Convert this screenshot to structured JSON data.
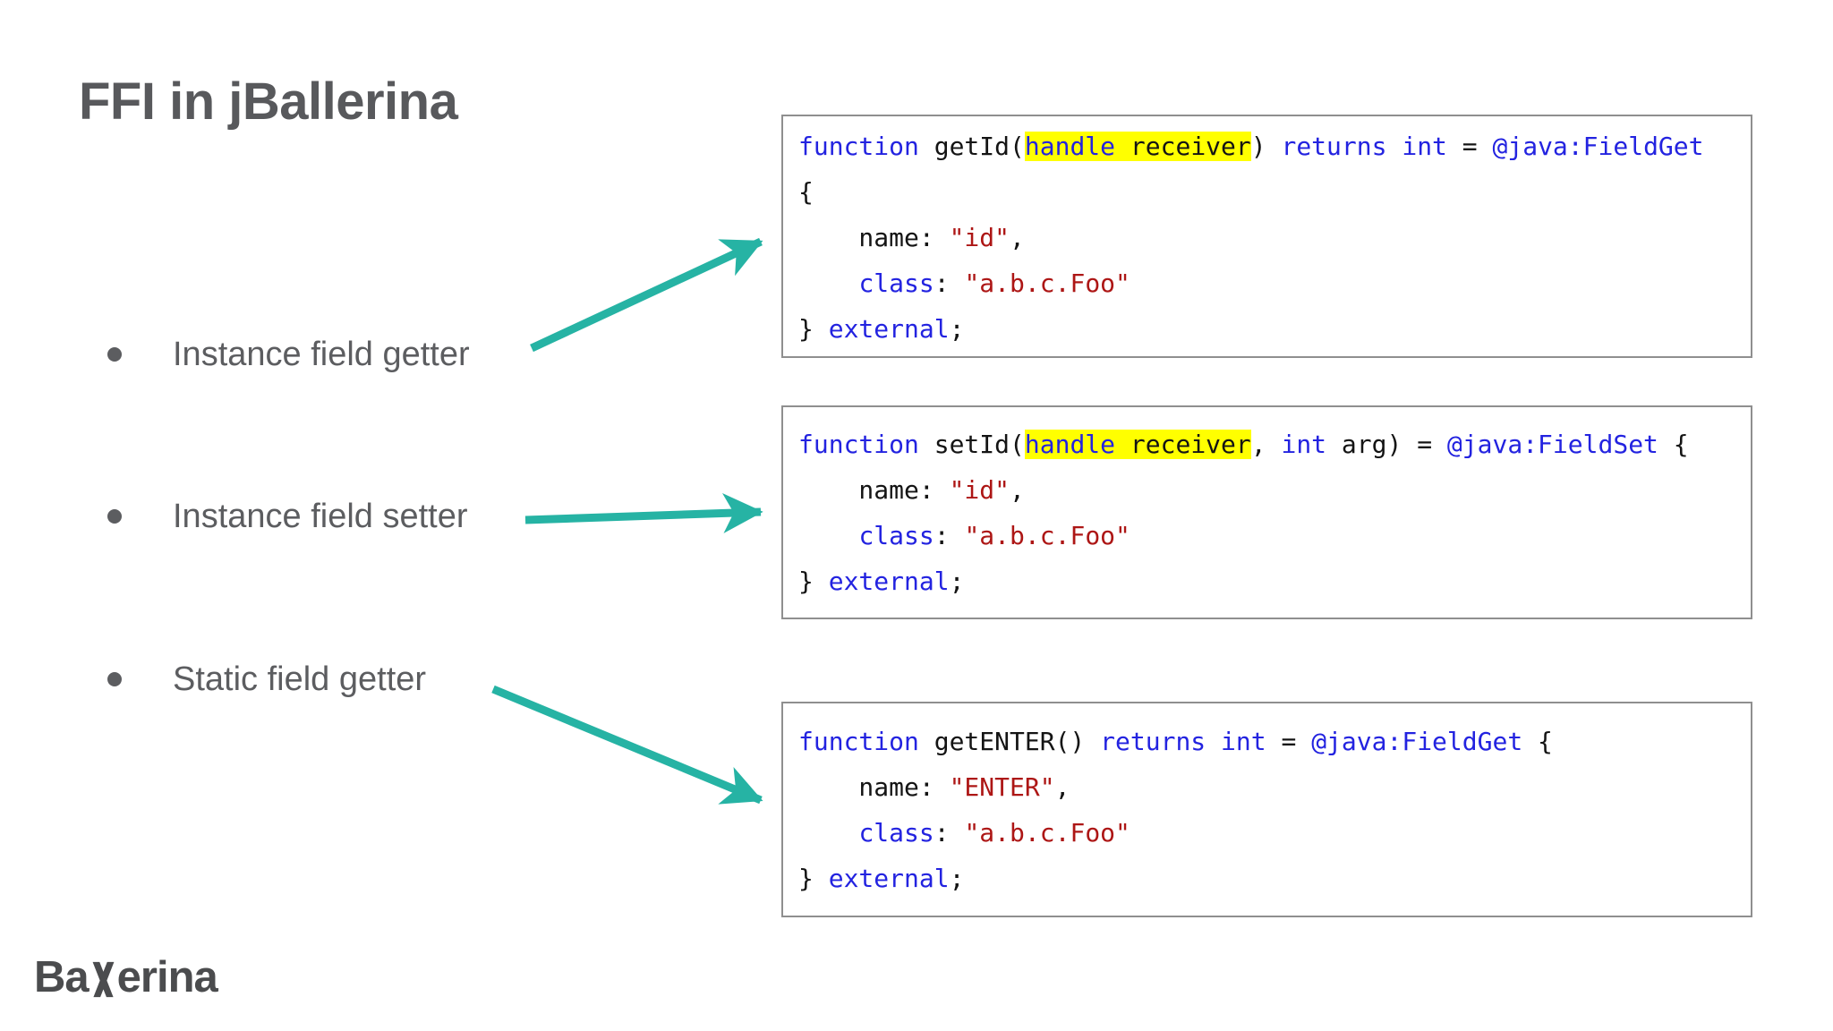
{
  "slide": {
    "title": "FFI in jBallerina",
    "bullets": [
      {
        "label": "Instance field getter"
      },
      {
        "label": "Instance field setter"
      },
      {
        "label": "Static field getter"
      }
    ],
    "logo": {
      "prefix": "Ba",
      "suffix": "erina"
    }
  },
  "colors": {
    "keyword": "#2323e0",
    "string": "#ad1615",
    "plain": "#141414",
    "highlight": "#ffff00",
    "arrow": "#26b3a4",
    "box_border": "#8f8f8f",
    "title_text": "#58595c",
    "bullet_text": "#5c5d60",
    "logo_text": "#4b4c4e",
    "background": "#ffffff"
  },
  "code_blocks": [
    {
      "id": "instance-field-getter",
      "lines": [
        [
          {
            "t": "function",
            "c": "kw"
          },
          {
            "t": " getId(",
            "c": "pl"
          },
          {
            "t": "handle",
            "c": "kw",
            "h": true
          },
          {
            "t": " ",
            "c": "pl",
            "h": true
          },
          {
            "t": "receiver",
            "c": "pl",
            "h": true
          },
          {
            "t": ") ",
            "c": "pl"
          },
          {
            "t": "returns",
            "c": "kw"
          },
          {
            "t": " ",
            "c": "pl"
          },
          {
            "t": "int",
            "c": "kw"
          },
          {
            "t": " = ",
            "c": "pl"
          },
          {
            "t": "@java:FieldGet",
            "c": "kw"
          }
        ],
        [
          {
            "t": "{",
            "c": "pl"
          }
        ],
        [
          {
            "t": "    name: ",
            "c": "pl"
          },
          {
            "t": "\"id\"",
            "c": "str"
          },
          {
            "t": ",",
            "c": "pl"
          }
        ],
        [
          {
            "t": "    ",
            "c": "pl"
          },
          {
            "t": "class",
            "c": "kw"
          },
          {
            "t": ": ",
            "c": "pl"
          },
          {
            "t": "\"a.b.c.Foo\"",
            "c": "str"
          }
        ],
        [
          {
            "t": "} ",
            "c": "pl"
          },
          {
            "t": "external",
            "c": "kw"
          },
          {
            "t": ";",
            "c": "pl"
          }
        ]
      ]
    },
    {
      "id": "instance-field-setter",
      "lines": [
        [
          {
            "t": "function",
            "c": "kw"
          },
          {
            "t": " setId(",
            "c": "pl"
          },
          {
            "t": "handle",
            "c": "kw",
            "h": true
          },
          {
            "t": " ",
            "c": "pl",
            "h": true
          },
          {
            "t": "receiver",
            "c": "pl",
            "h": true
          },
          {
            "t": ", ",
            "c": "pl"
          },
          {
            "t": "int",
            "c": "kw"
          },
          {
            "t": " arg) = ",
            "c": "pl"
          },
          {
            "t": "@java:FieldSet",
            "c": "kw"
          },
          {
            "t": " {",
            "c": "pl"
          }
        ],
        [
          {
            "t": "    name: ",
            "c": "pl"
          },
          {
            "t": "\"id\"",
            "c": "str"
          },
          {
            "t": ",",
            "c": "pl"
          }
        ],
        [
          {
            "t": "    ",
            "c": "pl"
          },
          {
            "t": "class",
            "c": "kw"
          },
          {
            "t": ": ",
            "c": "pl"
          },
          {
            "t": "\"a.b.c.Foo\"",
            "c": "str"
          }
        ],
        [
          {
            "t": "} ",
            "c": "pl"
          },
          {
            "t": "external",
            "c": "kw"
          },
          {
            "t": ";",
            "c": "pl"
          }
        ]
      ]
    },
    {
      "id": "static-field-getter",
      "lines": [
        [
          {
            "t": "function",
            "c": "kw"
          },
          {
            "t": " getENTER() ",
            "c": "pl"
          },
          {
            "t": "returns",
            "c": "kw"
          },
          {
            "t": " ",
            "c": "pl"
          },
          {
            "t": "int",
            "c": "kw"
          },
          {
            "t": " = ",
            "c": "pl"
          },
          {
            "t": "@java:FieldGet",
            "c": "kw"
          },
          {
            "t": " {",
            "c": "pl"
          }
        ],
        [
          {
            "t": "    name: ",
            "c": "pl"
          },
          {
            "t": "\"ENTER\"",
            "c": "str"
          },
          {
            "t": ",",
            "c": "pl"
          }
        ],
        [
          {
            "t": "    ",
            "c": "pl"
          },
          {
            "t": "class",
            "c": "kw"
          },
          {
            "t": ": ",
            "c": "pl"
          },
          {
            "t": "\"a.b.c.Foo\"",
            "c": "str"
          }
        ],
        [
          {
            "t": "} ",
            "c": "pl"
          },
          {
            "t": "external",
            "c": "kw"
          },
          {
            "t": ";",
            "c": "pl"
          }
        ]
      ]
    }
  ]
}
